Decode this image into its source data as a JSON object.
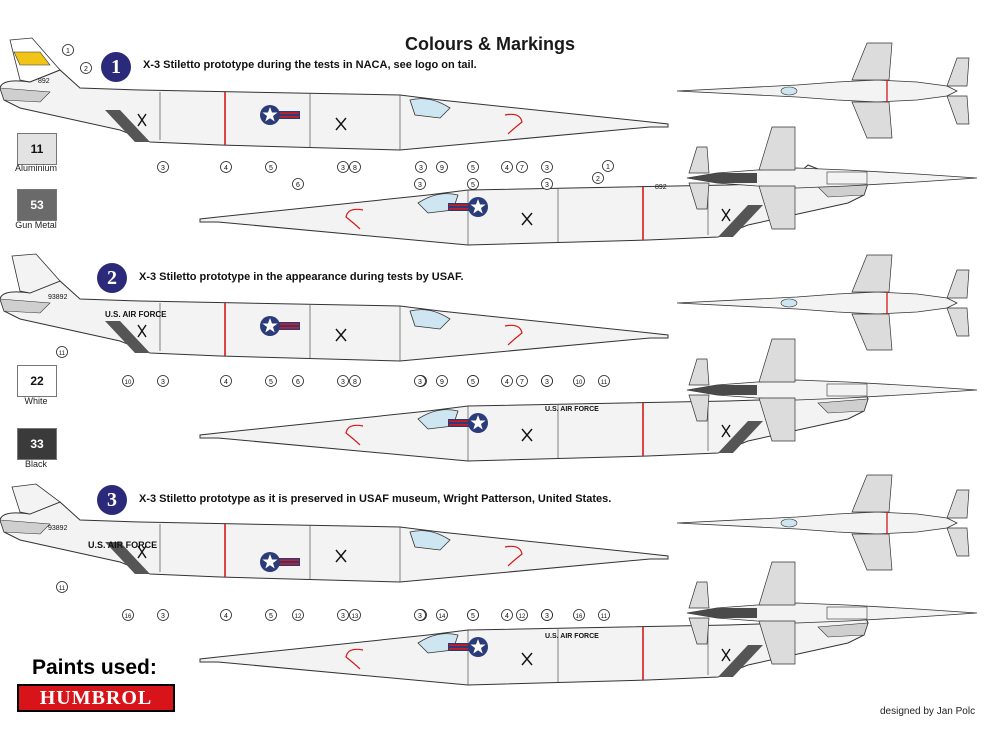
{
  "title": "Colours & Markings",
  "schemes": [
    {
      "number": "1",
      "caption": "X-3 Stiletto prototype during the tests in NACA, see logo on tail."
    },
    {
      "number": "2",
      "caption": "X-3 Stiletto prototype in the appearance during tests by USAF."
    },
    {
      "number": "3",
      "caption": "X-3 Stiletto prototype as it is preserved in USAF museum, Wright Patterson, United States."
    }
  ],
  "paints": [
    {
      "code": "11",
      "name": "Aluminium",
      "color": "#e3e3e3",
      "text_color": "#111111"
    },
    {
      "code": "53",
      "name": "Gun Metal",
      "color": "#6a6a6a",
      "text_color": "#ffffff"
    },
    {
      "code": "22",
      "name": "White",
      "color": "#ffffff",
      "text_color": "#111111"
    },
    {
      "code": "33",
      "name": "Black",
      "color": "#3a3a3a",
      "text_color": "#ffffff"
    }
  ],
  "paints_used_label": "Paints used:",
  "brand": "HUMBROL",
  "designer": "designed by Jan Polc",
  "aircraft_markings": {
    "serial_1": "892",
    "serial_2": "93892",
    "fuselage_text": "U.S. AIR FORCE"
  },
  "callouts": {
    "s1_left_top": [
      "3",
      "4",
      "5",
      "3",
      "8",
      "3",
      "9",
      "5",
      "4",
      "7",
      "3"
    ],
    "s1_right_bottom": [
      "6",
      "3",
      "5",
      "3"
    ],
    "s2_left_top": [
      "10",
      "3",
      "4",
      "5",
      "3",
      "8",
      "3",
      "9",
      "5",
      "4",
      "7",
      "3"
    ],
    "s2_right_bottom": [
      "6",
      "3",
      "5",
      "3",
      "10",
      "11"
    ],
    "s3_left_top": [
      "16",
      "3",
      "4",
      "5",
      "3",
      "13",
      "3",
      "14",
      "5",
      "4",
      "12",
      "3"
    ],
    "s3_right_bottom": [
      "12",
      "3",
      "5",
      "3",
      "16",
      "11"
    ],
    "tail": [
      "1",
      "2",
      "11"
    ]
  },
  "colors": {
    "accent": "#2b2a7a",
    "red_line": "#d61a1a",
    "nose": "#8a6a30",
    "tail_yellow": "#f2c418"
  }
}
